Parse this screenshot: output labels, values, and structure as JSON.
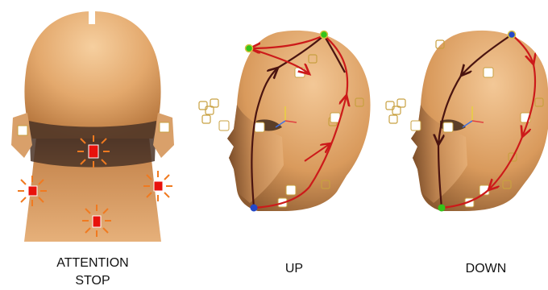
{
  "panels": [
    {
      "id": "attention-stop",
      "caption_lines": [
        "ATTENTION",
        "STOP"
      ]
    },
    {
      "id": "up",
      "caption_lines": [
        "UP"
      ]
    },
    {
      "id": "down",
      "caption_lines": [
        "DOWN"
      ]
    }
  ],
  "colors": {
    "skin_light": "#f4c38f",
    "skin_mid": "#d99a5c",
    "skin_dark": "#7a4a26",
    "shadow_band": "#4a3326",
    "vibration_red": "#e8120c",
    "burst_orange": "#f07a20",
    "path_red": "#cc1a1a",
    "path_dark": "#4a1410",
    "start_green": "#33c41a",
    "end_blue": "#2348c8",
    "tactor_outline": "#c8a040"
  }
}
